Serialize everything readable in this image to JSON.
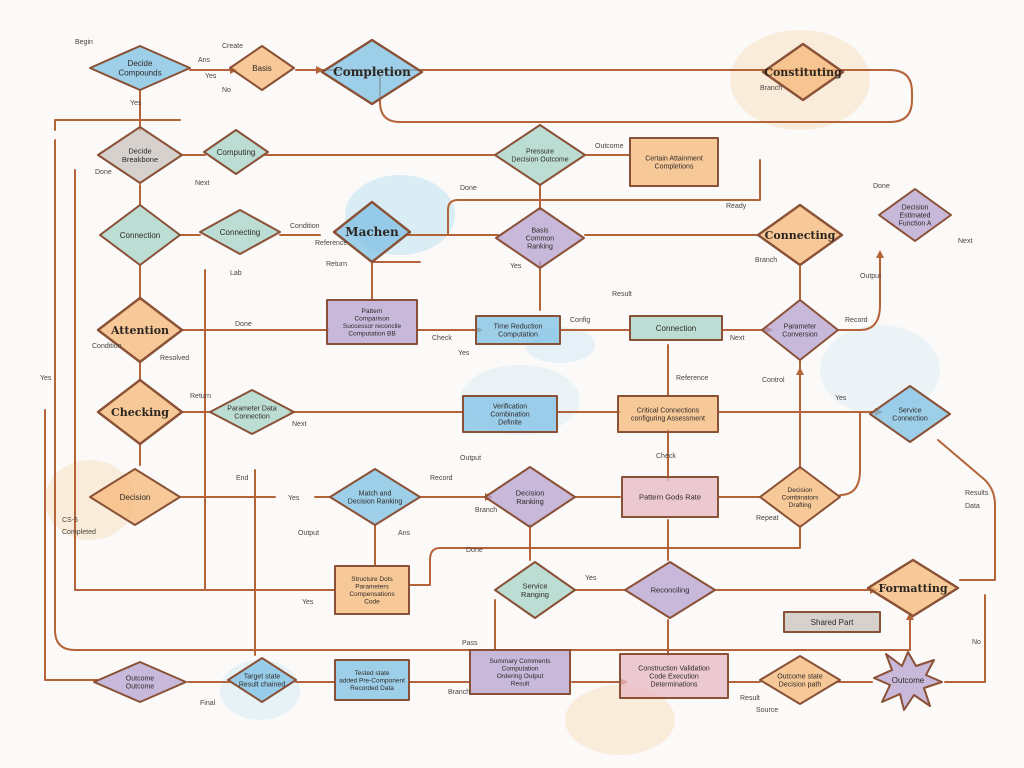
{
  "colors": {
    "line": "#b5643a",
    "diamond_stroke": "#8a5136",
    "blue": "#7ec0e4",
    "orange": "#f6b878",
    "purple": "#b7a2d0",
    "teal": "#a7d3c8",
    "gray": "#c9c3bd",
    "pink": "#e7b7c3"
  },
  "nodes": [
    {
      "id": "n1",
      "shape": "diamond",
      "fill": "blue",
      "lines": [
        "Decide",
        "Compounds"
      ],
      "big": false
    },
    {
      "id": "n2",
      "shape": "diamond",
      "fill": "orange",
      "lines": [
        "Basis"
      ],
      "big": false
    },
    {
      "id": "n3",
      "shape": "diamond",
      "fill": "blue",
      "lines": [
        "Completion"
      ],
      "big": true
    },
    {
      "id": "n4",
      "shape": "diamond",
      "fill": "orange",
      "lines": [
        "Constituting"
      ],
      "big": true
    },
    {
      "id": "n5",
      "shape": "diamond",
      "fill": "gray",
      "lines": [
        "Decide",
        "Breakbone"
      ],
      "big": false
    },
    {
      "id": "n6",
      "shape": "diamond",
      "fill": "teal",
      "lines": [
        "Computing"
      ],
      "big": false
    },
    {
      "id": "n7",
      "shape": "diamond",
      "fill": "teal",
      "lines": [
        "Pressure",
        "Decision Outcome"
      ],
      "big": false
    },
    {
      "id": "n8",
      "shape": "rect",
      "fill": "orange",
      "lines": [
        "Certain Attainment",
        "Completions"
      ],
      "big": false
    },
    {
      "id": "n9",
      "shape": "diamond",
      "fill": "purple",
      "lines": [
        "Decision",
        "Estimated",
        "Function A"
      ],
      "big": false
    },
    {
      "id": "n10",
      "shape": "diamond",
      "fill": "teal",
      "lines": [
        "Connection"
      ],
      "big": false
    },
    {
      "id": "n11",
      "shape": "diamond",
      "fill": "teal",
      "lines": [
        "Connecting"
      ],
      "big": false
    },
    {
      "id": "n12",
      "shape": "diamond",
      "fill": "blue",
      "lines": [
        "Machen"
      ],
      "big": true
    },
    {
      "id": "n13",
      "shape": "diamond",
      "fill": "purple",
      "lines": [
        "Basis",
        "Common",
        "Ranking"
      ],
      "big": false
    },
    {
      "id": "n14",
      "shape": "diamond",
      "fill": "orange",
      "lines": [
        "Connecting"
      ],
      "big": true
    },
    {
      "id": "n15",
      "shape": "diamond",
      "fill": "orange",
      "lines": [
        "Attention"
      ],
      "big": true
    },
    {
      "id": "n16",
      "shape": "rect",
      "fill": "purple",
      "lines": [
        "Pattern",
        "Comparison",
        "Successor reconcile",
        "Computation BB"
      ],
      "big": false
    },
    {
      "id": "n17",
      "shape": "rect",
      "fill": "blue",
      "lines": [
        "Time Reduction",
        "Computation"
      ],
      "big": false
    },
    {
      "id": "n18",
      "shape": "rect",
      "fill": "teal",
      "lines": [
        "Connection"
      ],
      "big": false
    },
    {
      "id": "n19",
      "shape": "diamond",
      "fill": "purple",
      "lines": [
        "Parameter",
        "Conversion"
      ],
      "big": false
    },
    {
      "id": "n20",
      "shape": "diamond",
      "fill": "orange",
      "lines": [
        "Checking"
      ],
      "big": true
    },
    {
      "id": "n21",
      "shape": "diamond",
      "fill": "teal",
      "lines": [
        "Parameter Data",
        "Connection"
      ],
      "big": false
    },
    {
      "id": "n22",
      "shape": "rect",
      "fill": "blue",
      "lines": [
        "Verification",
        "Combination",
        "Definite"
      ],
      "big": false
    },
    {
      "id": "n23",
      "shape": "rect",
      "fill": "orange",
      "lines": [
        "Critical Connections",
        "configuring Assessment"
      ],
      "big": false
    },
    {
      "id": "n24",
      "shape": "diamond",
      "fill": "blue",
      "lines": [
        "Service",
        "Connection"
      ],
      "big": false
    },
    {
      "id": "n25",
      "shape": "diamond",
      "fill": "orange",
      "lines": [
        "Decision"
      ],
      "big": false
    },
    {
      "id": "n26",
      "shape": "diamond",
      "fill": "blue",
      "lines": [
        "Match and",
        "Decision Ranking"
      ],
      "big": false
    },
    {
      "id": "n27",
      "shape": "diamond",
      "fill": "purple",
      "lines": [
        "Decision",
        "Ranking"
      ],
      "big": false
    },
    {
      "id": "n28",
      "shape": "rect",
      "fill": "pink",
      "lines": [
        "Pattern Gods Rate"
      ],
      "big": false
    },
    {
      "id": "n29",
      "shape": "diamond",
      "fill": "orange",
      "lines": [
        "Decision",
        "Combinators",
        "Drafting"
      ],
      "big": false
    },
    {
      "id": "n30",
      "shape": "rect",
      "fill": "orange",
      "lines": [
        "Structure Dots",
        "Parameters",
        "Compensations",
        "Code"
      ],
      "big": false
    },
    {
      "id": "n31",
      "shape": "diamond",
      "fill": "teal",
      "lines": [
        "Service",
        "Ranging"
      ],
      "big": false
    },
    {
      "id": "n32",
      "shape": "diamond",
      "fill": "purple",
      "lines": [
        "Reconciling"
      ],
      "big": false
    },
    {
      "id": "n33",
      "shape": "diamond",
      "fill": "orange",
      "lines": [
        "Formatting"
      ],
      "big": true
    },
    {
      "id": "n34",
      "shape": "rect",
      "fill": "gray",
      "lines": [
        "Shared Part"
      ],
      "big": false
    },
    {
      "id": "n35",
      "shape": "diamond",
      "fill": "purple",
      "lines": [
        "Outcome",
        "Outcome"
      ],
      "big": false
    },
    {
      "id": "n36",
      "shape": "diamond",
      "fill": "blue",
      "lines": [
        "Target state",
        "Result chained"
      ],
      "big": false
    },
    {
      "id": "n37",
      "shape": "rect",
      "fill": "blue",
      "lines": [
        "Tested state",
        "added Pre-Component",
        "Recorded Data"
      ],
      "big": false
    },
    {
      "id": "n38",
      "shape": "rect",
      "fill": "purple",
      "lines": [
        "Summary Comments",
        "Computation",
        "Ordering Output",
        "Result"
      ],
      "big": false
    },
    {
      "id": "n39",
      "shape": "rect",
      "fill": "pink",
      "lines": [
        "Construction Validation",
        "Code Execution",
        "Determinations"
      ],
      "big": false
    },
    {
      "id": "n40",
      "shape": "diamond",
      "fill": "orange",
      "lines": [
        "Outcome state",
        "Decision path"
      ],
      "big": false
    },
    {
      "id": "n41",
      "shape": "star",
      "fill": "purple",
      "lines": [
        "Outcome"
      ],
      "big": false
    }
  ],
  "small_labels": [
    "Begin",
    "Create",
    "Ans",
    "Yes",
    "No",
    "Yes",
    "Branch",
    "Done",
    "Next",
    "Outcome",
    "Done",
    "Condition",
    "Reference",
    "Return",
    "Lab",
    "Yes",
    "Ready",
    "Done",
    "Next",
    "Branch",
    "Result",
    "Output",
    "Record",
    "Done",
    "Check",
    "Yes",
    "Config",
    "Next",
    "Condition",
    "Resolved",
    "Yes",
    "Reference",
    "Control",
    "Yes",
    "Return",
    "Next",
    "Output",
    "Check",
    "End",
    "Record",
    "Yes",
    "Branch",
    "Results",
    "Data",
    "CS-5",
    "Completed",
    "Output",
    "Ans",
    "Repeat",
    "Done",
    "Yes",
    "Yes",
    "No",
    "Pass",
    "Final",
    "Result",
    "Source",
    "Branch"
  ]
}
